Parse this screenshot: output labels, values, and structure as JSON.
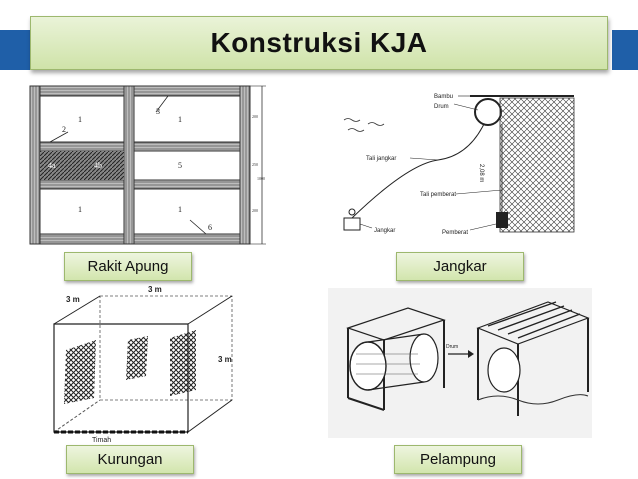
{
  "slide": {
    "title": "Konstruksi KJA",
    "accent_color": "#1f5fa8",
    "label_color": "#d2e5ad"
  },
  "figures": {
    "rakit_apung": {
      "caption": "Rakit Apung",
      "marks": [
        "1",
        "2",
        "3",
        "1",
        "4a",
        "4b",
        "5",
        "1",
        "1",
        "6"
      ],
      "dims": [
        "200",
        "250",
        "200",
        "1000"
      ]
    },
    "jangkar": {
      "caption": "Jangkar",
      "labels": [
        "Bambu",
        "Drum",
        "Tali jangkar",
        "2,08 m",
        "Tali pemberat",
        "Jangkar",
        "Pemberat"
      ]
    },
    "kurungan": {
      "caption": "Kurungan",
      "labels": [
        "3 m",
        "3 m",
        "3 m",
        "Timah"
      ]
    },
    "pelampung": {
      "caption": "Pelampung",
      "labels": [
        "Drum"
      ]
    }
  }
}
